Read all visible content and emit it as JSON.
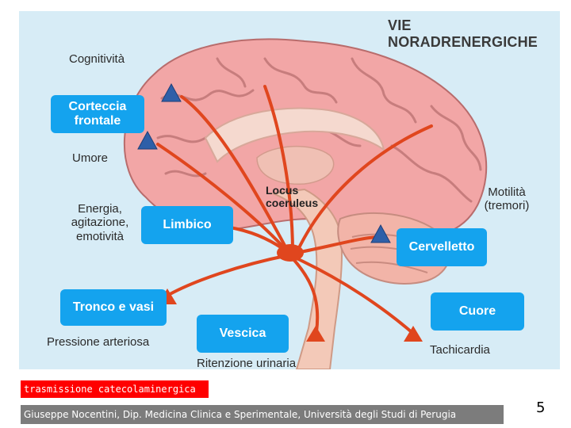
{
  "diagram": {
    "title": "VIE NORADRENERGICHE",
    "nucleus": "Locus\ncoeruleus",
    "boxes": {
      "corteccia": "Corteccia\nfrontale",
      "limbico": "Limbico",
      "cervelletto": "Cervelletto",
      "tronco": "Tronco e vasi",
      "cuore": "Cuore",
      "vescica": "Vescica"
    },
    "effects": {
      "cognitivita": "Cognitività",
      "umore": "Umore",
      "energia": "Energia,\nagitazione,\nemotività",
      "motilita": "Motilità\n(tremori)",
      "pressione": "Pressione arteriosa",
      "tachicardia": "Tachicardia",
      "ritenzione": "Ritenzione urinaria"
    }
  },
  "slide": {
    "caption": "trasmissione catecolaminergica",
    "credit": "Giuseppe Nocentini, Dip. Medicina Clinica e Sperimentale, Università degli Studi di Perugia",
    "page_number": "5"
  },
  "colors": {
    "background": "#d7ecf6",
    "box": "#14a3ee",
    "pathway": "#e0461e",
    "receptor": "#2e5fa8",
    "caption_bar": "#ff0000",
    "credit_bar": "#7c7c7c"
  }
}
